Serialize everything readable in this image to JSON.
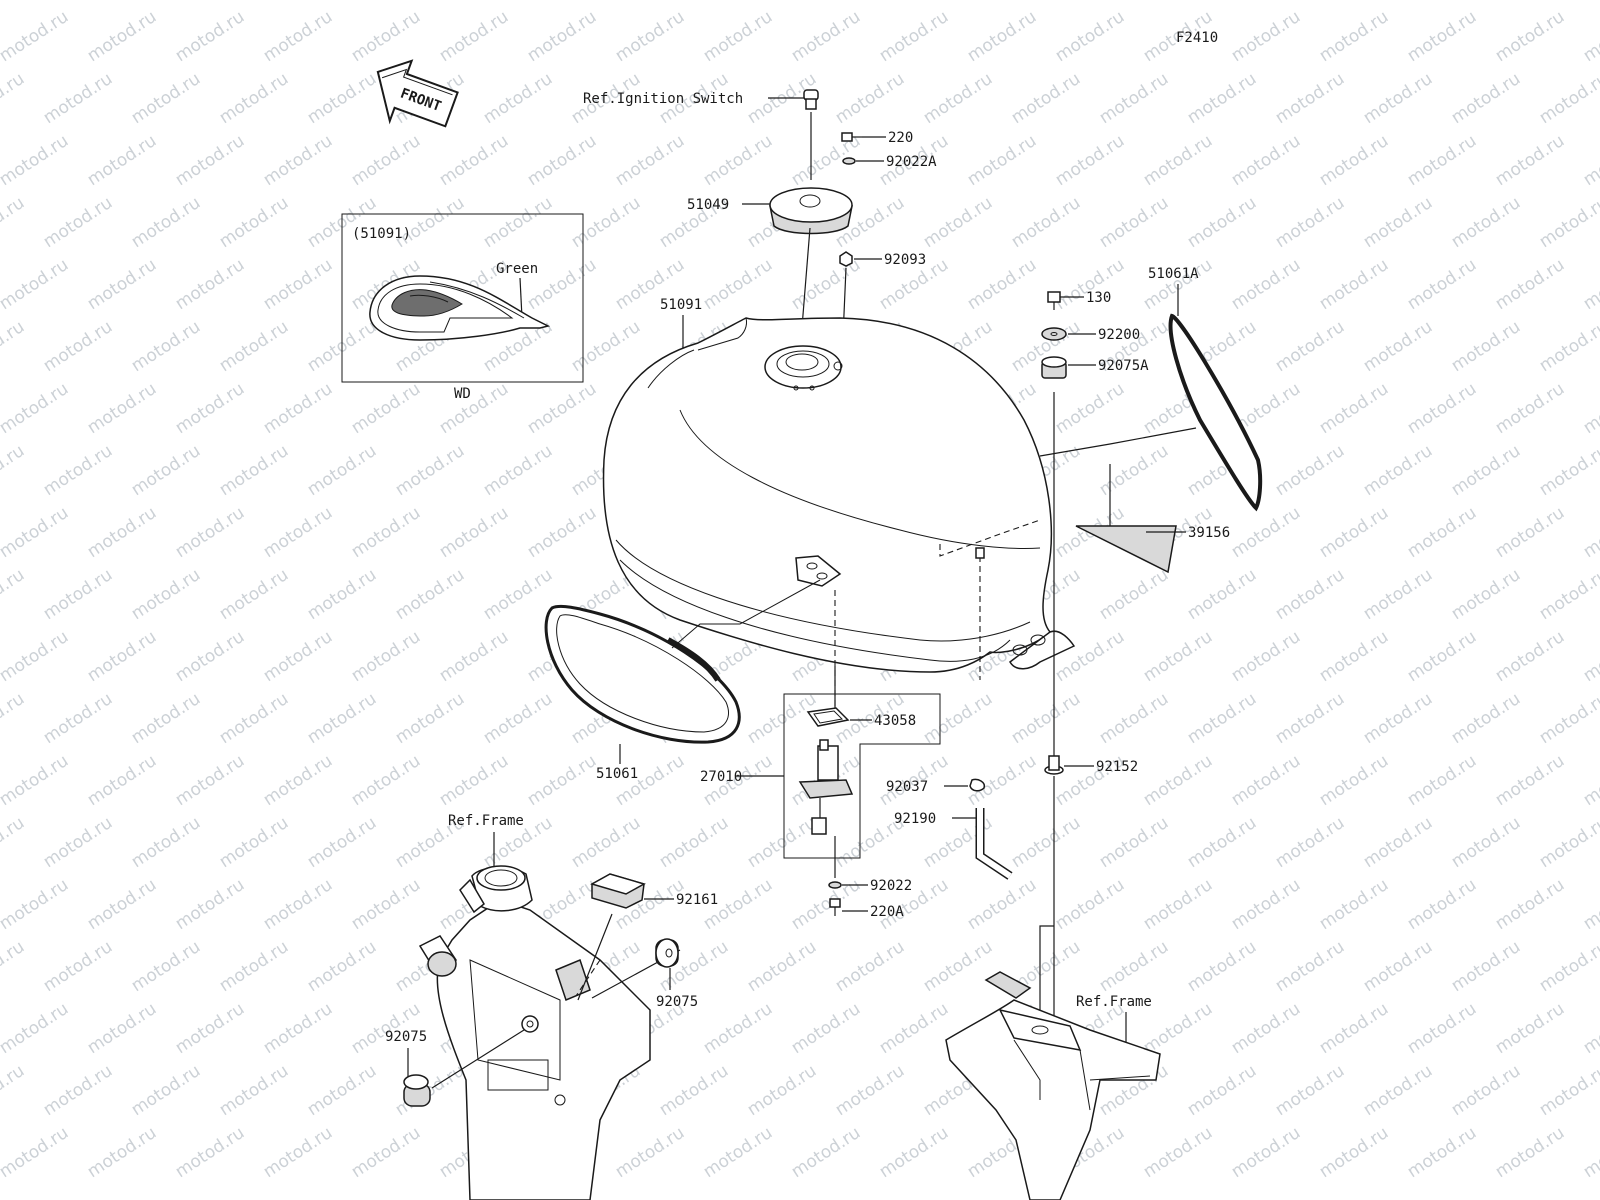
{
  "diagram_code": "F2410",
  "front_arrow_text": "FRONT",
  "watermark_text": "motod.ru",
  "inset": {
    "title": "(51091)",
    "color_label": "Green",
    "caption": "WD"
  },
  "labels": {
    "ignition_switch": "Ref.Ignition Switch",
    "p220": "220",
    "p92022a": "92022A",
    "p51049": "51049",
    "p92093": "92093",
    "p51091": "51091",
    "p130": "130",
    "p92200": "92200",
    "p92075a": "92075A",
    "p51061a": "51061A",
    "p39156": "39156",
    "p51061": "51061",
    "p43058": "43058",
    "p27010": "27010",
    "p92037": "92037",
    "p92190": "92190",
    "p92152": "92152",
    "p92022": "92022",
    "p220a": "220A",
    "ref_frame_left": "Ref.Frame",
    "p92161": "92161",
    "p92075_right": "92075",
    "p92075_left": "92075",
    "ref_frame_right": "Ref.Frame"
  }
}
